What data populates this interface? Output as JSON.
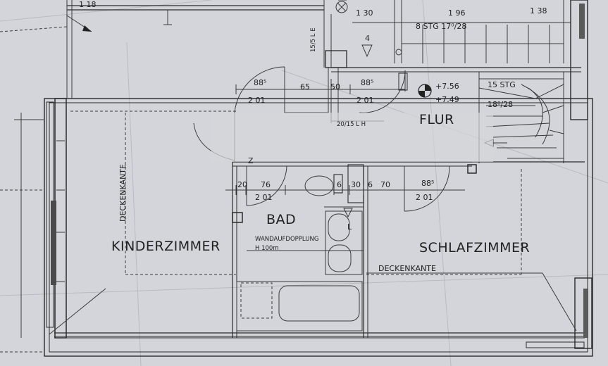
{
  "rooms": {
    "kinderzimmer": "KINDERZIMMER",
    "bad": "BAD",
    "schlafzimmer": "SCHLAFZIMMER",
    "flur": "FLUR"
  },
  "notes": {
    "deckenkante_vertical": "DECKENKANTE",
    "deckenkante_horizontal": "DECKENKANTE",
    "wandaufdopplung": "WANDAUFDOPPLUNG",
    "wand_height": "H 100m",
    "wall_1515": "15/5 L E",
    "arch_opening": "20/15 L H",
    "stairs_top": "8 STG 17⁰/28",
    "stairs_right_count": "15 STG",
    "stairs_right_ratio": "18⁸/28",
    "level_upper": "+7.56",
    "level_lower": "+7.49",
    "stair_arrow_label": "4",
    "z_mark": "Z",
    "l_mark": "L"
  },
  "dimensions": {
    "door_flur_left": "88⁵",
    "door_flur_left_h": "2 01",
    "w65": "65",
    "w50": "50",
    "door_flur_mid": "88⁵",
    "door_flur_mid_h": "2 01",
    "top_130": "1 30",
    "top_196": "1 96",
    "top_138": "1 38",
    "top_118": "1 18",
    "b20": "20",
    "door_bad": "76",
    "door_bad_h": "2 01",
    "b6a": "6",
    "b30": "30",
    "b6b": "6",
    "b70": "70",
    "door_schlaf": "88⁵",
    "door_schlaf_h": "2 01"
  }
}
